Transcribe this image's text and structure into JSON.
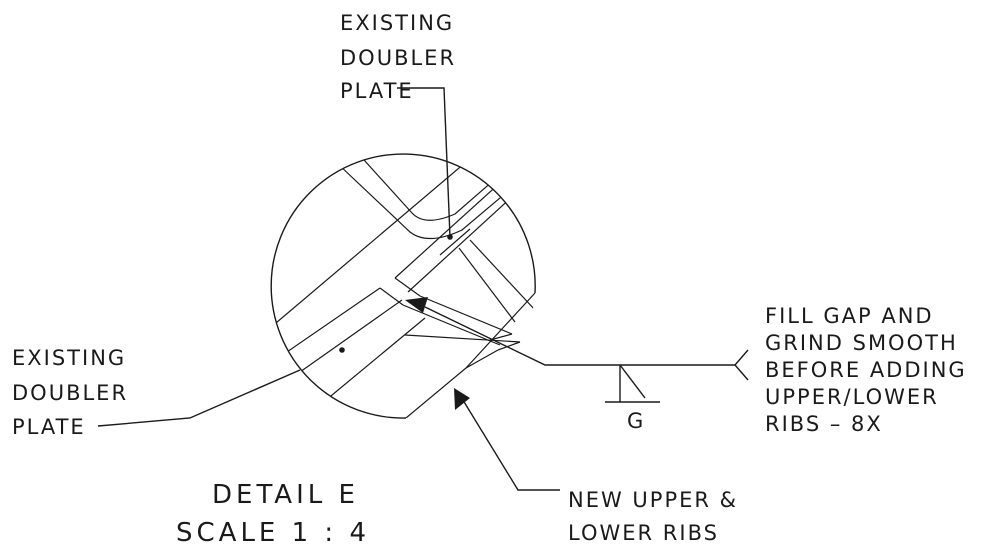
{
  "labels": {
    "top_doubler": [
      "EXISTING",
      "DOUBLER",
      "PLATE"
    ],
    "left_doubler": [
      "EXISTING",
      "DOUBLER",
      "PLATE"
    ],
    "fill_gap": [
      "FILL GAP AND",
      "GRIND SMOOTH",
      "BEFORE ADDING",
      "UPPER/LOWER",
      "RIBS – 8X"
    ],
    "new_ribs": [
      "NEW UPPER &",
      "LOWER RIBS"
    ],
    "weld_symbol_letter": "G"
  },
  "title": {
    "detail": "DETAIL E",
    "scale": "SCALE 1 : 4"
  }
}
